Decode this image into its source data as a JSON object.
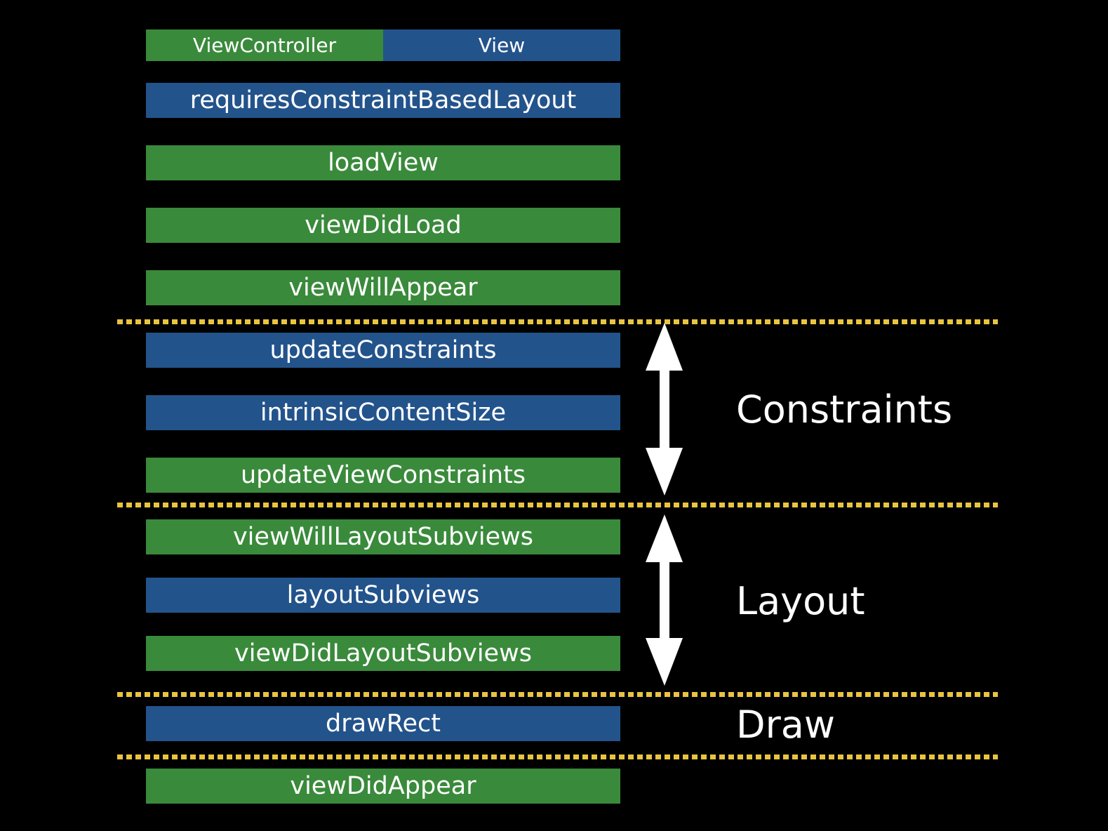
{
  "legend": {
    "view_controller": "ViewController",
    "view": "View"
  },
  "colors": {
    "view_controller": "#3a8a3b",
    "view": "#23538b",
    "divider": "#e9c440",
    "background": "#000000",
    "text": "#ffffff"
  },
  "steps": [
    {
      "label": "requiresConstraintBasedLayout",
      "owner": "view"
    },
    {
      "label": "loadView",
      "owner": "view_controller"
    },
    {
      "label": "viewDidLoad",
      "owner": "view_controller"
    },
    {
      "label": "viewWillAppear",
      "owner": "view_controller"
    },
    {
      "label": "updateConstraints",
      "owner": "view"
    },
    {
      "label": "intrinsicContentSize",
      "owner": "view"
    },
    {
      "label": "updateViewConstraints",
      "owner": "view_controller"
    },
    {
      "label": "viewWillLayoutSubviews",
      "owner": "view_controller"
    },
    {
      "label": "layoutSubviews",
      "owner": "view"
    },
    {
      "label": "viewDidLayoutSubviews",
      "owner": "view_controller"
    },
    {
      "label": "drawRect",
      "owner": "view"
    },
    {
      "label": "viewDidAppear",
      "owner": "view_controller"
    }
  ],
  "phases": [
    {
      "label": "Constraints"
    },
    {
      "label": "Layout"
    },
    {
      "label": "Draw"
    }
  ]
}
